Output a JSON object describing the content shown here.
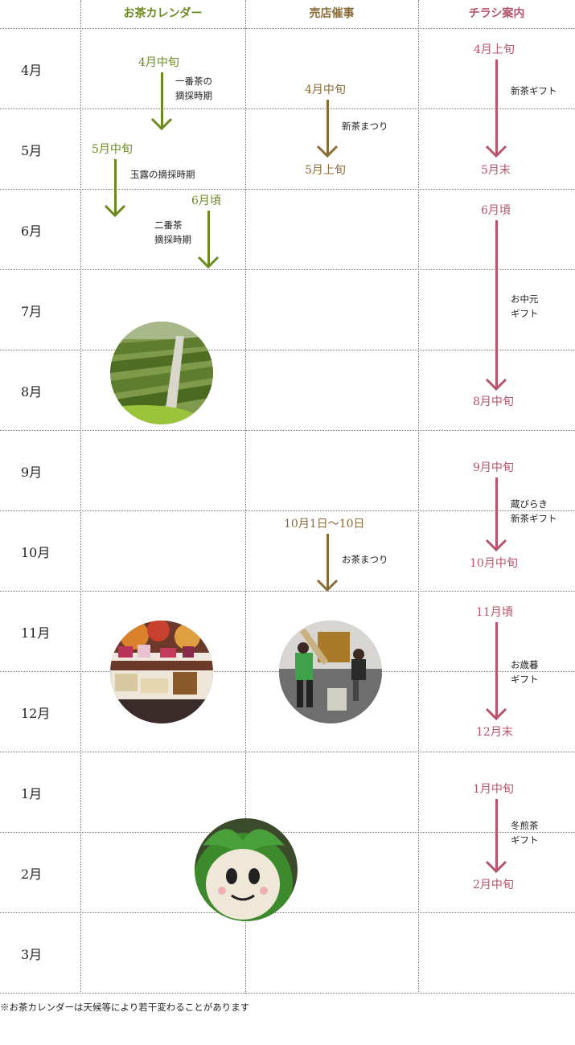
{
  "headers": {
    "calendar": "お茶カレンダー",
    "events": "売店催事",
    "flyer": "チラシ案内"
  },
  "colors": {
    "calendar": "#6a8a1f",
    "events": "#8b6b36",
    "flyer": "#b5546a",
    "grid": "#777777"
  },
  "months": [
    "4月",
    "5月",
    "6月",
    "7月",
    "8月",
    "9月",
    "10月",
    "11月",
    "12月",
    "1月",
    "2月",
    "3月"
  ],
  "calendar": [
    {
      "start": "4月中旬",
      "note": "一番茶の\n摘採時期"
    },
    {
      "start": "5月中旬",
      "note": "玉露の摘採時期"
    },
    {
      "start": "6月頃",
      "note": "二番茶\n摘採時期"
    }
  ],
  "events": [
    {
      "start": "4月中旬",
      "note": "新茶まつり",
      "end": "5月上旬"
    },
    {
      "start": "10月1日～10日",
      "note": "お茶まつり"
    }
  ],
  "flyer": [
    {
      "start": "4月上旬",
      "note": "新茶ギフト",
      "end": "5月末"
    },
    {
      "start": "6月頃",
      "note": "お中元\nギフト",
      "end": "8月中旬"
    },
    {
      "start": "9月中旬",
      "note": "蔵びらき\n新茶ギフト",
      "end": "10月中旬"
    },
    {
      "start": "11月頃",
      "note": "お歳暮\nギフト",
      "end": "12月末"
    },
    {
      "start": "1月中旬",
      "note": "冬煎茶\nギフト",
      "end": "2月中旬"
    }
  ],
  "photos": [
    "tea-field-photo",
    "shop-display-photo",
    "mochi-pounding-photo",
    "mascot-photo"
  ],
  "footnote": "※お茶カレンダーは天候等により若干変わることがあります"
}
